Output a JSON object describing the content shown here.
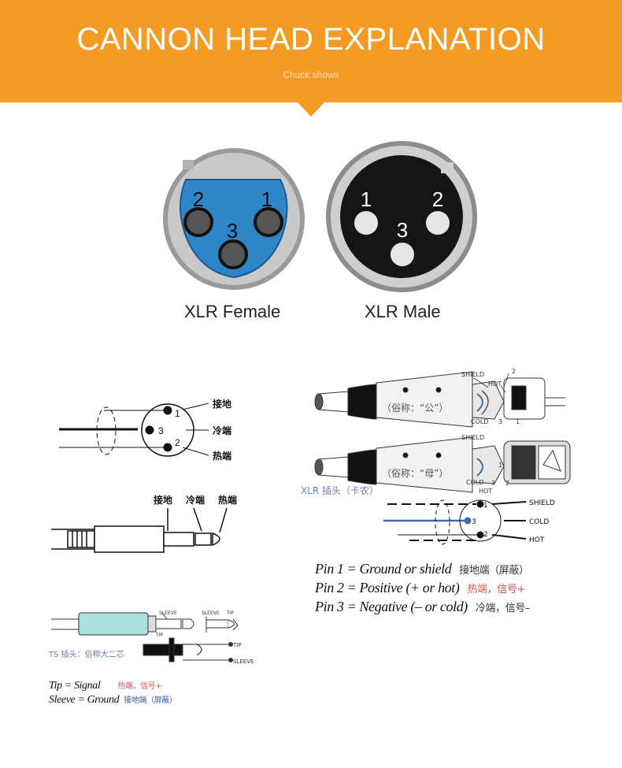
{
  "header": {
    "title": "CANNON HEAD EXPLANATION",
    "subtitle": "Chuck shows",
    "color": "#f59a23"
  },
  "xlr_female": {
    "label": "XLR Female",
    "pins": [
      "2",
      "1",
      "3"
    ],
    "face_color": "#2e86c8"
  },
  "xlr_male": {
    "label": "XLR Male",
    "pins": [
      "1",
      "2",
      "3"
    ],
    "face_color": "#111111"
  },
  "xlr_schematic": {
    "pins": [
      "1",
      "3",
      "2"
    ],
    "labels": [
      "接地",
      "冷端",
      "热端"
    ]
  },
  "trs_jack": {
    "labels": [
      "接地",
      "冷端",
      "热端"
    ]
  },
  "ts_diagram": {
    "labels": [
      "SLEEVE",
      "SLEEVE",
      "TIP",
      "TIP",
      "TIP",
      "SLEEVE"
    ],
    "caption": "TS 插头：俗称大二芯"
  },
  "ts_legend": [
    {
      "text": "Tip = Signal",
      "cn": "热端，信号+",
      "cn_color": "#d9534f"
    },
    {
      "text": "Sleeve = Ground",
      "cn": "接地端（屏蔽）",
      "cn_color": "#3b5ba5"
    }
  ],
  "xlr_plug": {
    "male_caption": "（俗称：“公”）",
    "female_caption": "（俗称：“母”）",
    "male_labels": [
      "SHIELD",
      "2",
      "HOT",
      "COLD",
      "3",
      "1"
    ],
    "female_labels": [
      "SHIELD",
      "COLD",
      "HOT",
      "1",
      "3",
      "2"
    ],
    "caption": "XLR 插头（卡农）",
    "schematic_pins": [
      "1",
      "3",
      "2"
    ],
    "schematic_labels": [
      "SHIELD",
      "COLD",
      "HOT"
    ]
  },
  "pin_legend": [
    {
      "text": "Pin 1 = Ground or shield",
      "cn": "接地端（屏蔽）",
      "cn_color": "#333333"
    },
    {
      "text": "Pin 2 = Positive (+ or hot)",
      "cn": "热端，信号+",
      "cn_color": "#d9534f"
    },
    {
      "text": "Pin 3 = Negative (– or cold)",
      "cn": "冷端，信号–",
      "cn_color": "#333333"
    }
  ]
}
